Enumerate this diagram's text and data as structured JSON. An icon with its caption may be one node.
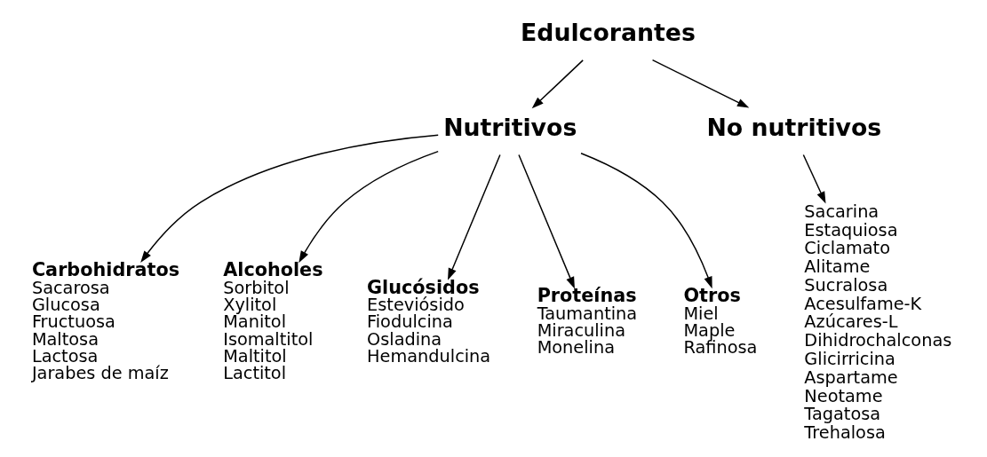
{
  "diagram": {
    "nodes": [
      {
        "text": [
          "Edulcorantes"
        ]
      },
      {
        "text": [
          "Nutritivos"
        ]
      },
      {
        "text": [
          "No nutritivos"
        ]
      },
      {
        "text": [
          "Carbohidratos",
          "Sacarosa",
          "Glucosa",
          "Fructuosa",
          "Maltosa",
          "Lactosa",
          "Jarabes de maíz"
        ]
      },
      {
        "text": [
          "Alcoholes",
          "Sorbitol",
          "Xylitol",
          "Manitol",
          "Isomaltitol",
          "Maltitol",
          "Lactitol"
        ]
      },
      {
        "text": [
          "Glucósidos",
          "Esteviósido",
          "Fiodulcina",
          "Osladina",
          "Hemandulcina"
        ]
      },
      {
        "text": [
          "Proteínas",
          "Taumantina",
          "Miraculina",
          "Monelina"
        ]
      },
      {
        "text": [
          "Otros",
          "Miel",
          "Maple",
          "Rafinosa"
        ]
      },
      {
        "text": [
          "Sacarina",
          "Estaquiosa",
          "Ciclamato",
          "Alitame",
          "Sucralosa",
          "Acesulfame-K",
          "Azúcares-L",
          "Dihidrochalconas",
          "Glicirricina",
          "Aspartame",
          "Neotame",
          "Tagatosa",
          "Trehalosa"
        ]
      }
    ],
    "edges": [
      {
        "from": 0,
        "to": 1,
        "arrow": "to"
      },
      {
        "from": 0,
        "to": 2,
        "arrow": "to"
      },
      {
        "from": 1,
        "to": 3,
        "arrow": "to"
      },
      {
        "from": 1,
        "to": 4,
        "arrow": "to"
      },
      {
        "from": 1,
        "to": 5,
        "arrow": "to"
      },
      {
        "from": 1,
        "to": 6,
        "arrow": "to"
      },
      {
        "from": 1,
        "to": 7,
        "arrow": "to"
      },
      {
        "from": 2,
        "to": 8,
        "arrow": "to"
      }
    ]
  }
}
